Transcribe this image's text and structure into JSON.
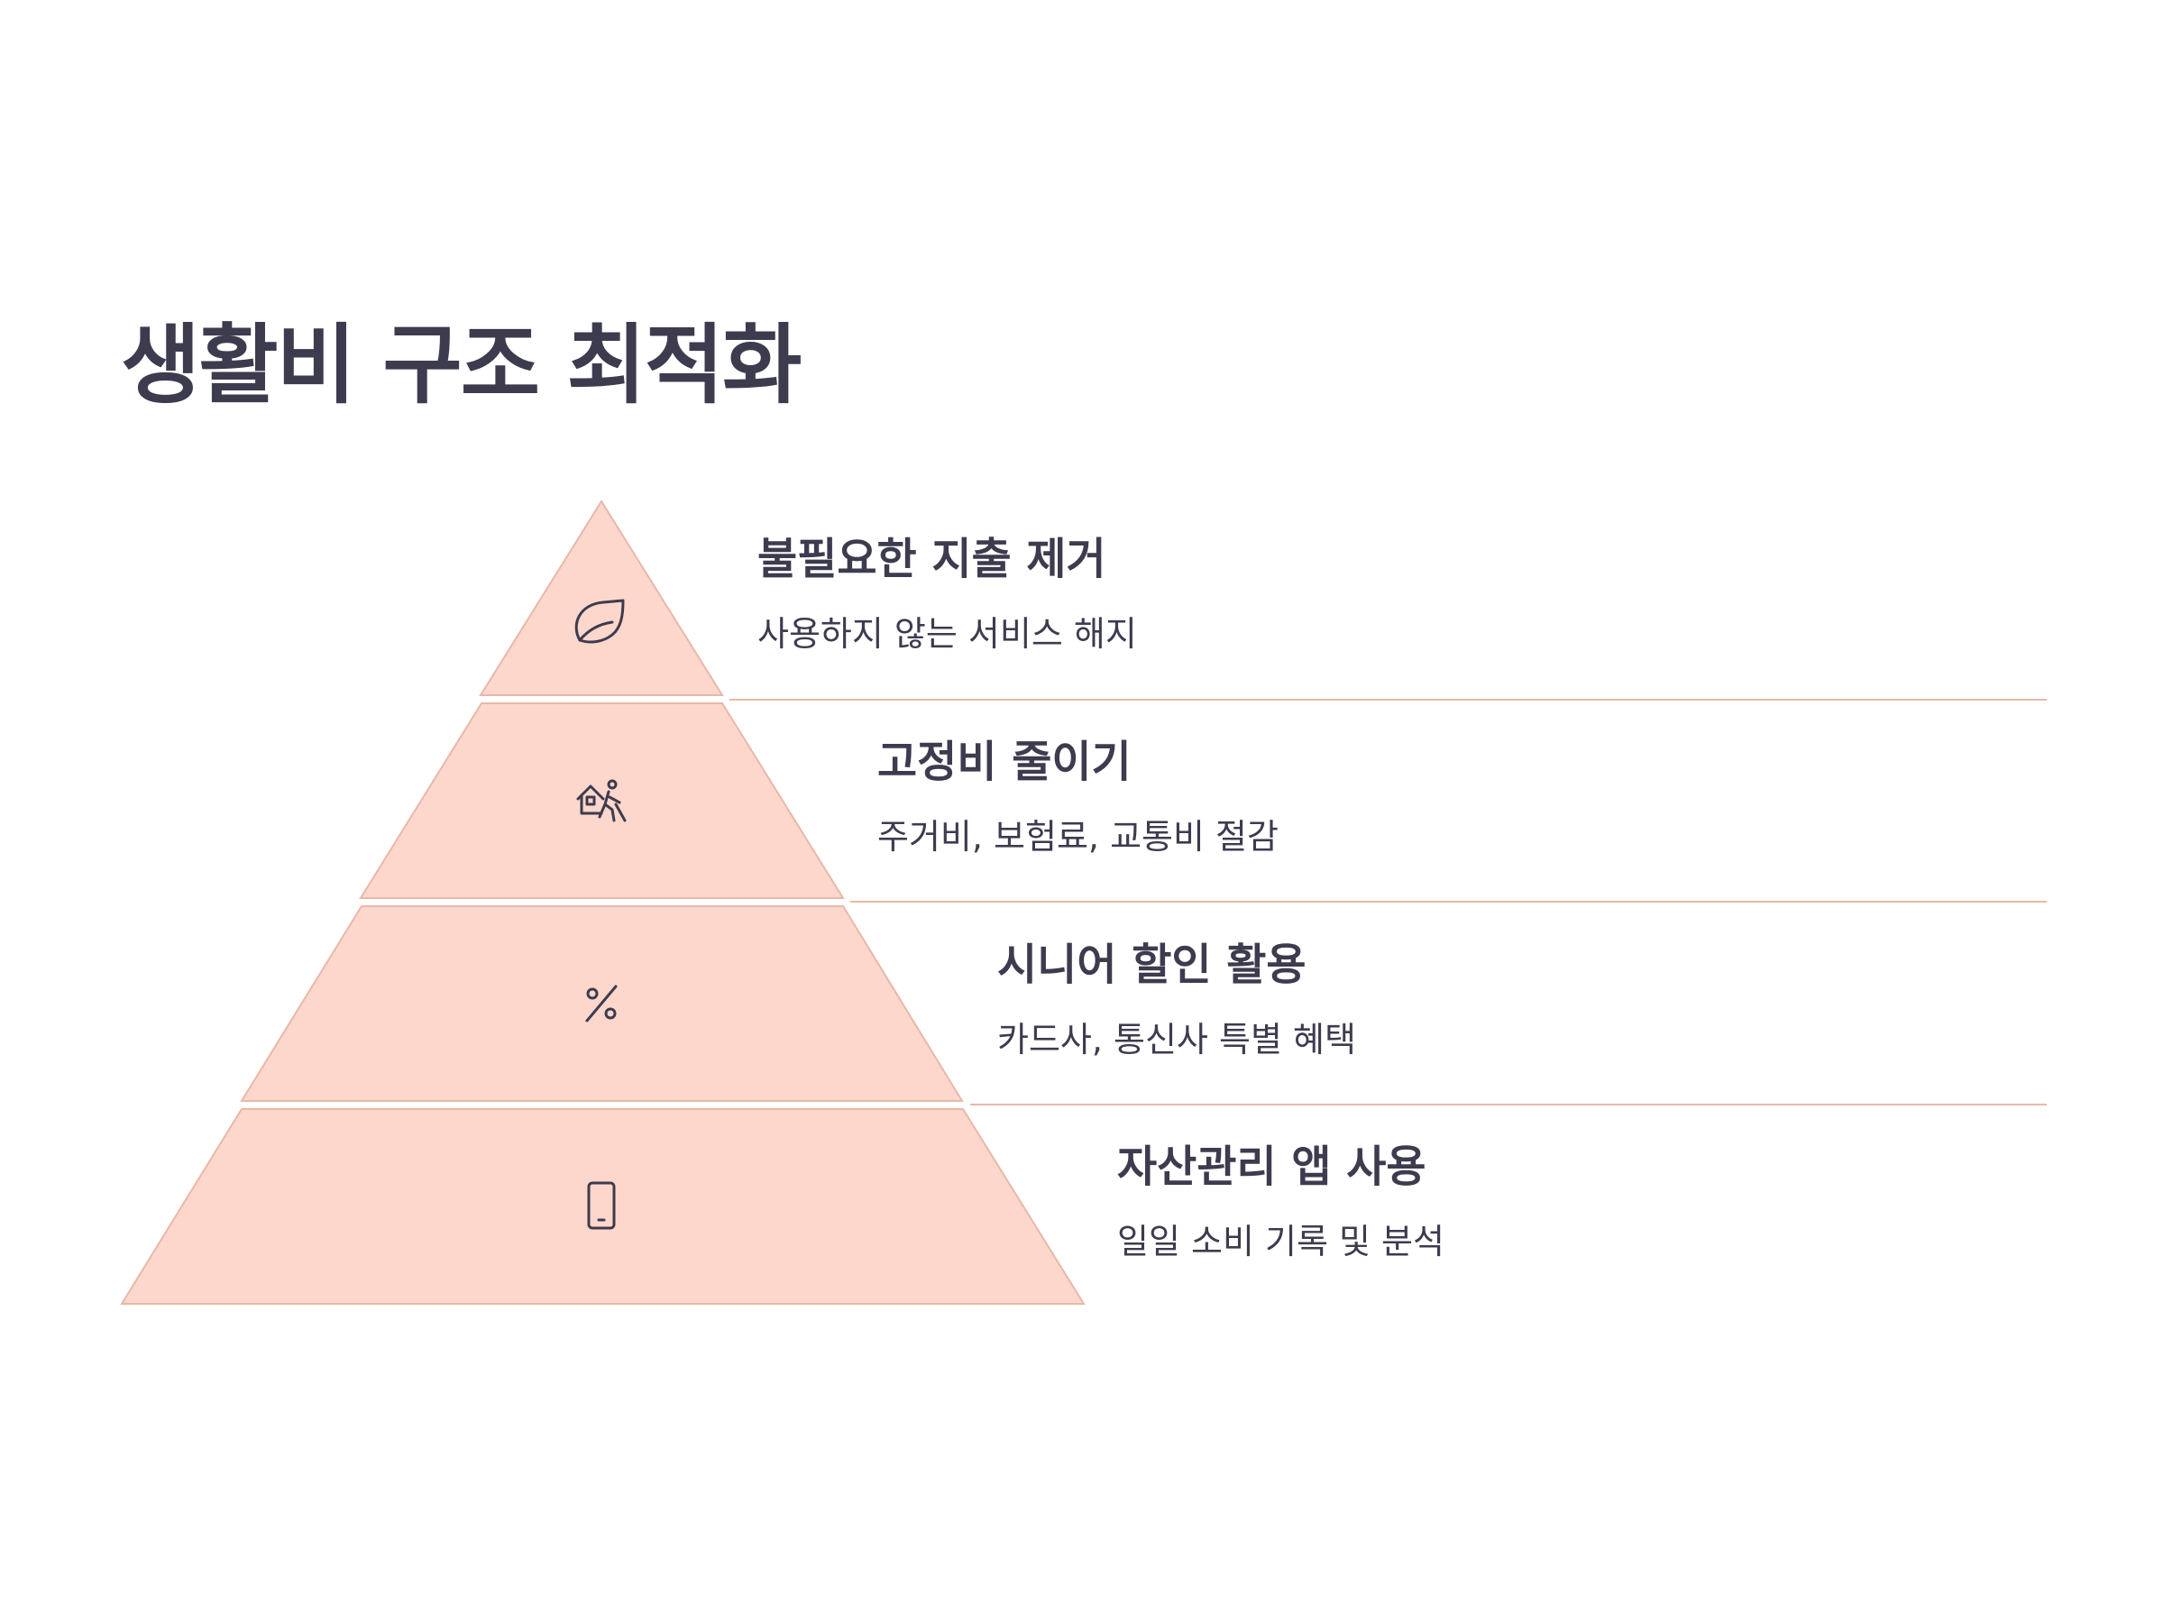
{
  "title": "생활비 구조 최적화",
  "colors": {
    "segment_fill": "#fdd7cc",
    "segment_stroke": "#e8b8a8",
    "divider": "#e8b8a8",
    "text": "#3d3b4e",
    "icon": "#3d3b4e"
  },
  "levels": [
    {
      "title": "불필요한 지출 제거",
      "description": "사용하지 않는 서비스 해지",
      "icon": "leaf-icon"
    },
    {
      "title": "고정비 줄이기",
      "description": "주거비, 보험료, 교통비 절감",
      "icon": "house-person-icon"
    },
    {
      "title": "시니어 할인 활용",
      "description": "카드사, 통신사 특별 혜택",
      "icon": "percent-icon"
    },
    {
      "title": "자산관리 앱 사용",
      "description": "일일 소비 기록 및 분석",
      "icon": "smartphone-icon"
    }
  ]
}
